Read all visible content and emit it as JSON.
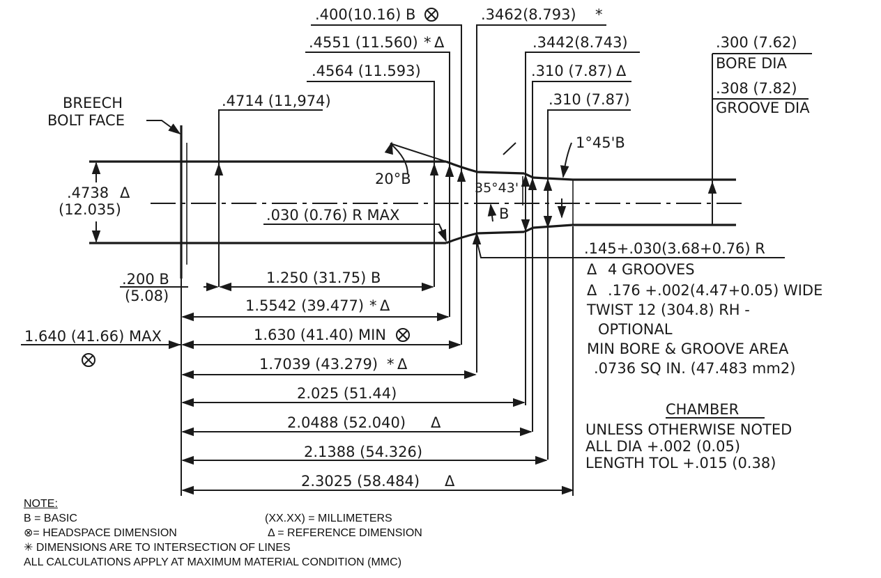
{
  "labels": {
    "breech": "BREECH",
    "bolt_face": "BOLT FACE",
    "d_400": ".400(10.16) B",
    "d_3462": ".3462(8.793)",
    "d_4551": ".4551 (11.560)",
    "d_3442": ".3442(8.743)",
    "d_300": ".300 (7.62)",
    "bore_dia": "BORE DIA",
    "d_4564": ".4564 (11.593)",
    "d_310a": ".310 (7.87)",
    "d_308": ".308 (7.82)",
    "groove_dia": "GROOVE DIA",
    "d_4714": ".4714 (11,974)",
    "d_310b": ".310 (7.87)",
    "angle_145": "1°45'B",
    "angle_20": "20°B",
    "angle_3543": "35°43'",
    "basic_b": "B",
    "d_4738": ".4738",
    "d_4738_mm": "(12.035)",
    "radius_030": ".030 (0.76) R MAX",
    "radius_145": ".145+.030(3.68+0.76) R",
    "grooves": "4 GROOVES",
    "groove_width": ".176 +.002(4.47+0.05) WIDE",
    "twist": "TWIST 12 (304.8) RH -",
    "optional": "OPTIONAL",
    "min_area": "MIN BORE & GROOVE AREA",
    "area_value": ".0736 SQ IN. (47.483 mm2)",
    "d_200": ".200 B",
    "d_200_mm": "(5.08)",
    "len_1250": "1.250 (31.75) B",
    "len_15542": "1.5542 (39.477)",
    "len_1640": "1.640 (41.66) MAX",
    "len_1630": "1.630 (41.40) MIN",
    "len_17039": "1.7039 (43.279)",
    "len_2025": "2.025 (51.44)",
    "len_20488": "2.0488 (52.040)",
    "len_21388": "2.1388 (54.326)",
    "len_23025": "2.3025 (58.484)",
    "chamber": "CHAMBER",
    "unless": "UNLESS OTHERWISE NOTED",
    "all_dia": "ALL DIA +.002 (0.05)",
    "length_tol": "LENGTH TOL +.015 (0.38)"
  },
  "notes": {
    "title": "NOTE:",
    "basic": "B = BASIC",
    "mm": "(XX.XX) = MILLIMETERS",
    "headspace": "= HEADSPACE DIMENSION",
    "reference": "= REFERENCE DIMENSION",
    "intersection": "DIMENSIONS ARE TO INTERSECTION OF LINES",
    "mmc": "ALL CALCULATIONS APPLY AT MAXIMUM MATERIAL CONDITION (MMC)"
  }
}
